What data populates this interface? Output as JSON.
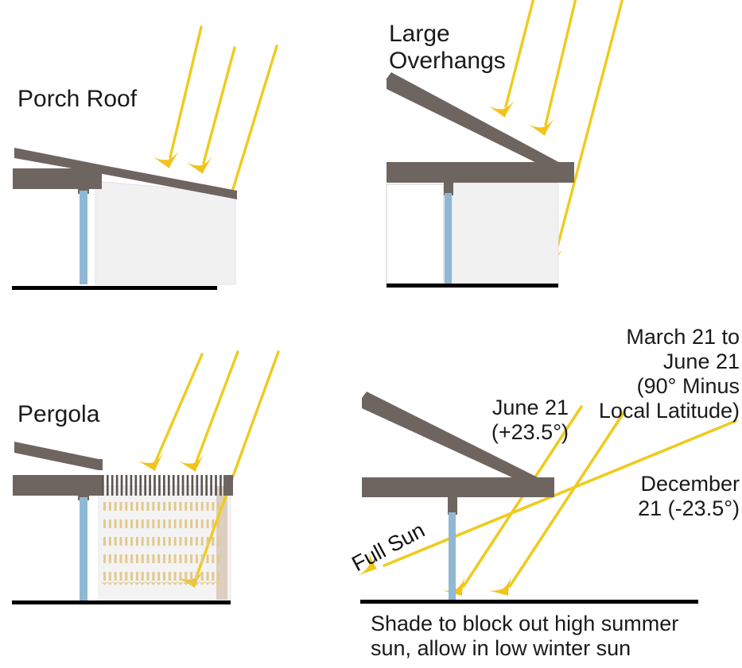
{
  "diagram": {
    "title_semantic": "solar-shading-strategies-diagram",
    "background": "#ffffff",
    "palette": {
      "ray": "#EFCB1E",
      "ray_soft": "#E8C63A",
      "arrow_fill": "#F2C41B",
      "roof": "#6F6560",
      "post_blue": "#8FB8D4",
      "post_top": "#6F6560",
      "wall_fill": "#F1F1F1",
      "wall_stroke": "#D8D8D8",
      "ground": "#000000",
      "slat": "#5E5751",
      "dash_light": "#E3C98E",
      "tan_column": "#DCCFC0",
      "text": "#1A1A1A"
    },
    "panels": [
      {
        "id": "porch-roof",
        "label": "Porch Roof"
      },
      {
        "id": "large-overhangs",
        "label": "Large\nOverhangs"
      },
      {
        "id": "pergola",
        "label": "Pergola"
      },
      {
        "id": "sun-angles",
        "label": ""
      }
    ]
  },
  "panel_porch_roof": {
    "title": "Porch Roof",
    "ray_count": 3
  },
  "panel_large_overhangs": {
    "title_line1": "Large",
    "title_line2": "Overhangs",
    "ray_count": 3
  },
  "panel_pergola": {
    "title": "Pergola",
    "ray_count": 3,
    "slat_count": 26,
    "dash_rows": 5
  },
  "panel_sun_angles": {
    "labels": {
      "march_to_june": "March 21 to\nJune 21\n(90° Minus\nLocal Latitude)",
      "march_to_june_lines": [
        "March 21 to",
        "June 21",
        "(90° Minus",
        "Local Latitude)"
      ],
      "june21": "June 21\n(+23.5°)",
      "june21_lines": [
        "June 21",
        "(+23.5°)"
      ],
      "december21": "December\n21 (-23.5°)",
      "december21_lines": [
        "December",
        "21 (-23.5°)"
      ],
      "full_sun": "Full Sun",
      "caption": "Shade to block out high summer\nsun, allow in low winter sun",
      "caption_line1": "Shade to block out high summer",
      "caption_line2": "sun, allow in low winter sun"
    },
    "angles": {
      "june21_declination": "+23.5°",
      "december21_declination": "-23.5°",
      "equinox_to_solstice": "90° Minus Local Latitude"
    }
  }
}
